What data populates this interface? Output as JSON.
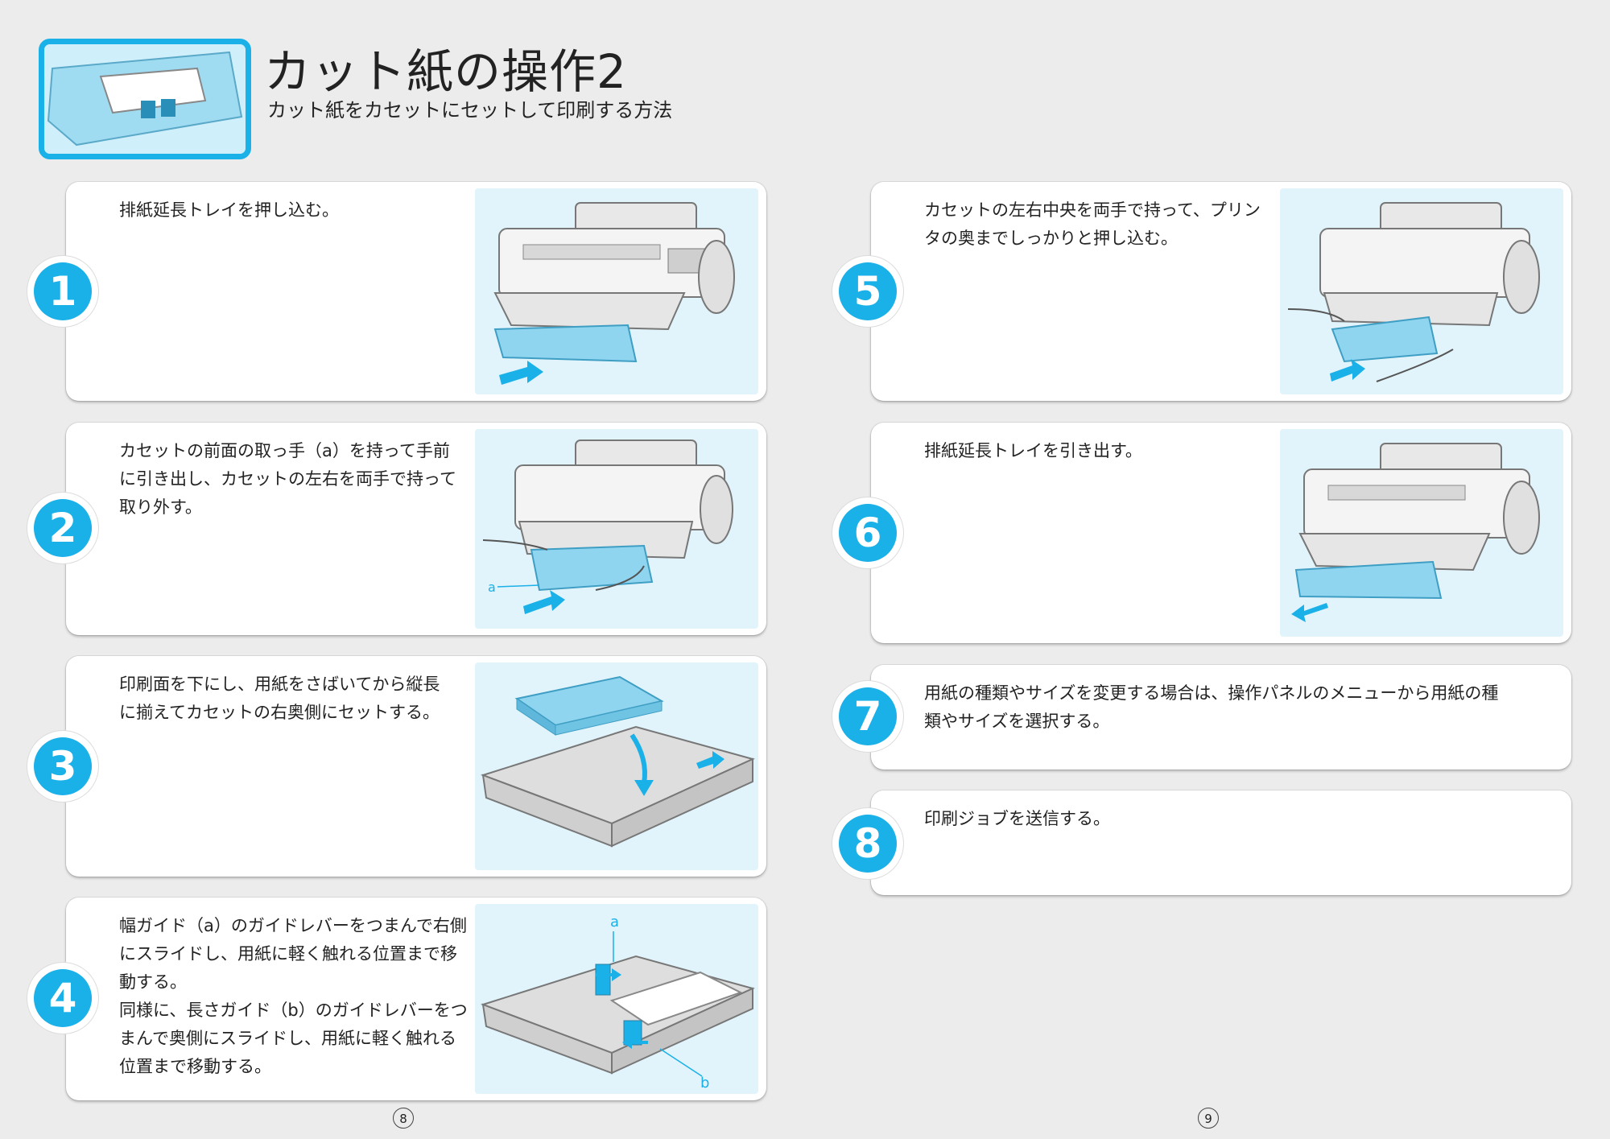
{
  "header": {
    "title": "カット紙の操作2",
    "subtitle": "カット紙をカセットにセットして印刷する方法"
  },
  "steps": [
    {
      "number": "1",
      "text": "排紙延長トレイを押し込む。"
    },
    {
      "number": "2",
      "text": "カセットの前面の取っ手（a）を持って手前\nに引き出し、カセットの左右を両手で持って\n取り外す。",
      "labels": [
        "a"
      ]
    },
    {
      "number": "3",
      "text": "印刷面を下にし、用紙をさばいてから縦長\nに揃えてカセットの右奥側にセットする。"
    },
    {
      "number": "4",
      "text": "幅ガイド（a）のガイドレバーをつまんで右側\nにスライドし、用紙に軽く触れる位置まで移\n動する。\n同様に、長さガイド（b）のガイドレバーをつ\nまんで奥側にスライドし、用紙に軽く触れる\n位置まで移動する。",
      "labels": [
        "a",
        "b"
      ]
    },
    {
      "number": "5",
      "text": "カセットの左右中央を両手で持って、プリン\nタの奥までしっかりと押し込む。"
    },
    {
      "number": "6",
      "text": "排紙延長トレイを引き出す。"
    },
    {
      "number": "7",
      "text": "用紙の種類やサイズを変更する場合は、操作パネルのメニューから用紙の種\n類やサイズを選択する。"
    },
    {
      "number": "8",
      "text": "印刷ジョブを送信する。"
    }
  ],
  "page_numbers": {
    "left": "8",
    "right": "9"
  },
  "colors": {
    "accent": "#1ab0e8",
    "illustration_bg": "#e1f4fb",
    "page_bg": "#ececec"
  }
}
